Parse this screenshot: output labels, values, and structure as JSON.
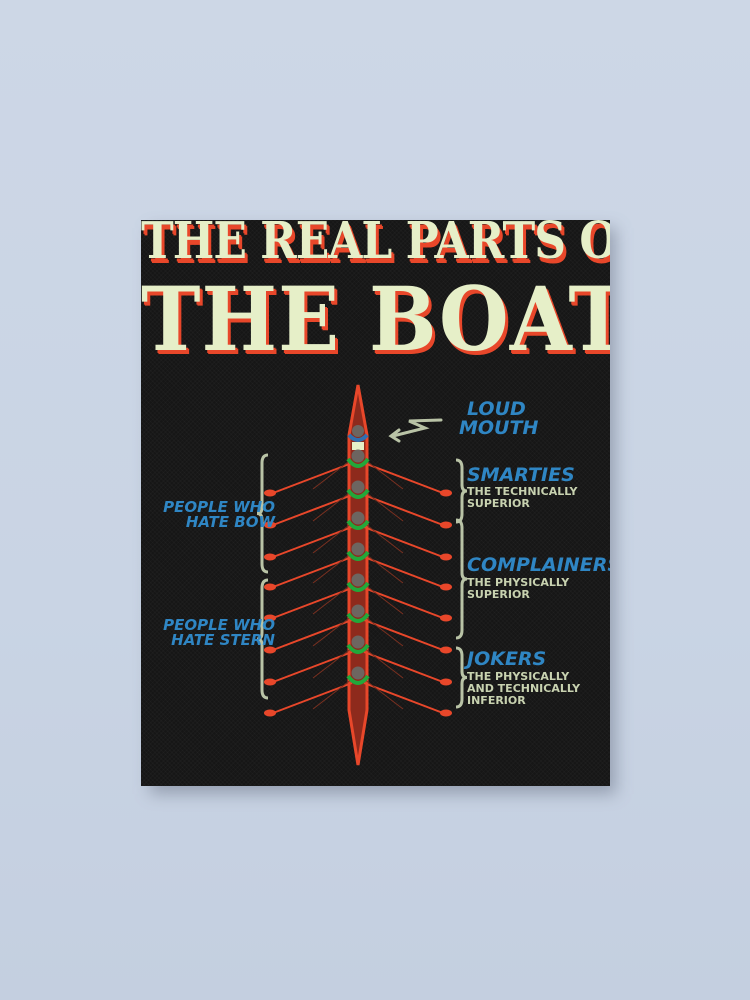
{
  "title_line1": "THE REAL PARTS OF",
  "title_line2": "THE BOAT",
  "labels": {
    "loud_mouth": [
      "LOUD",
      "MOUTH"
    ],
    "people_hate_bow": [
      "PEOPLE WHO",
      "HATE BOW"
    ],
    "people_hate_stern": [
      "PEOPLE WHO",
      "HATE STERN"
    ],
    "smarties": {
      "title": "SMARTIES",
      "sub": [
        "THE TECHNICALLY",
        "SUPERIOR"
      ]
    },
    "complainers": {
      "title": "COMPLAINERS",
      "sub": [
        "THE PHYSICALLY",
        "SUPERIOR"
      ]
    },
    "jokers": {
      "title": "JOKERS",
      "sub": [
        "THE PHYSICALLY",
        "AND TECHNICALLY",
        "INFERIOR"
      ]
    }
  },
  "colors": {
    "background": "#cbd6e6",
    "canvas": "#161616",
    "title": "#e6efc8",
    "title_shadow": "#e8472a",
    "label_blue": "#2f86c4",
    "sub_text": "#c8d2b0",
    "boat": "#e8472a",
    "rower_green": "#22a83a"
  }
}
